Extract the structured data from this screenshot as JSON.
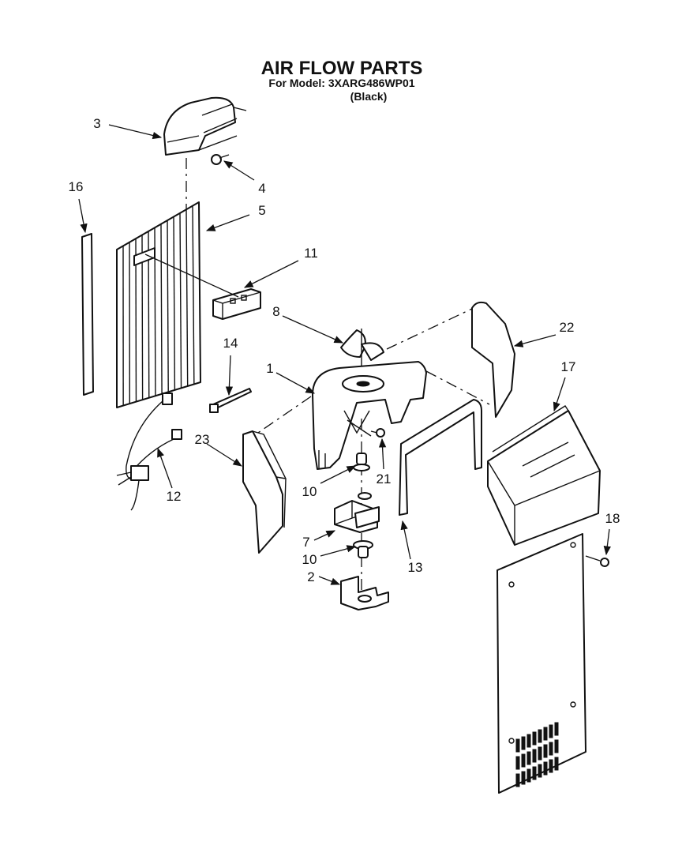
{
  "header": {
    "title": "AIR FLOW PARTS",
    "model_line": "For Model: 3XARG486WP01",
    "color_line": "(Black)"
  },
  "callouts": {
    "c1": "1",
    "c2": "2",
    "c3": "3",
    "c4": "4",
    "c5": "5",
    "c7": "7",
    "c8": "8",
    "c10a": "10",
    "c10b": "10",
    "c11": "11",
    "c12": "12",
    "c13": "13",
    "c14": "14",
    "c16": "16",
    "c17": "17",
    "c18": "18",
    "c21": "21",
    "c22": "22",
    "c23": "23"
  }
}
